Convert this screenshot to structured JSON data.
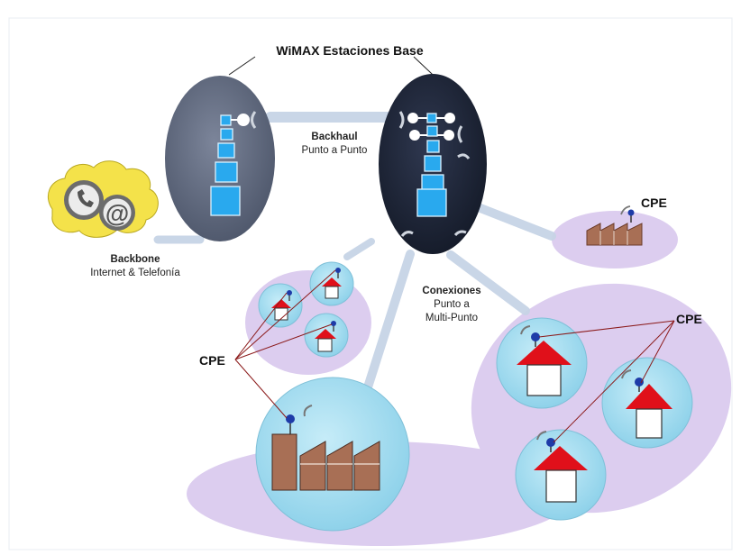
{
  "title": "WiMAX Estaciones Base",
  "labels": {
    "backhaul_line1": "Backhaul",
    "backhaul_line2": "Punto a Punto",
    "backbone_line1": "Backbone",
    "backbone_line2": "Internet & Telefonía",
    "conexiones_line1": "Conexiones",
    "conexiones_line2": "Punto a",
    "conexiones_line3": "Multi-Punto",
    "cpe_top_right": "CPE",
    "cpe_right": "CPE",
    "cpe_left": "CPE"
  },
  "icons": {
    "phone": "phone-icon",
    "at": "at-sign-icon",
    "antenna": "antenna-icon",
    "house": "house-icon",
    "factory": "factory-icon"
  },
  "colors": {
    "base_station_left": "#5b6478",
    "base_station_right": "#1b2233",
    "bubble": "#a8def0",
    "area_halo": "#dccdef",
    "roof": "#e0101a",
    "factory": "#a86f55",
    "link": "#c7d4e6",
    "cloud": "#f4e24a",
    "stack_block": "#29a9ee"
  }
}
